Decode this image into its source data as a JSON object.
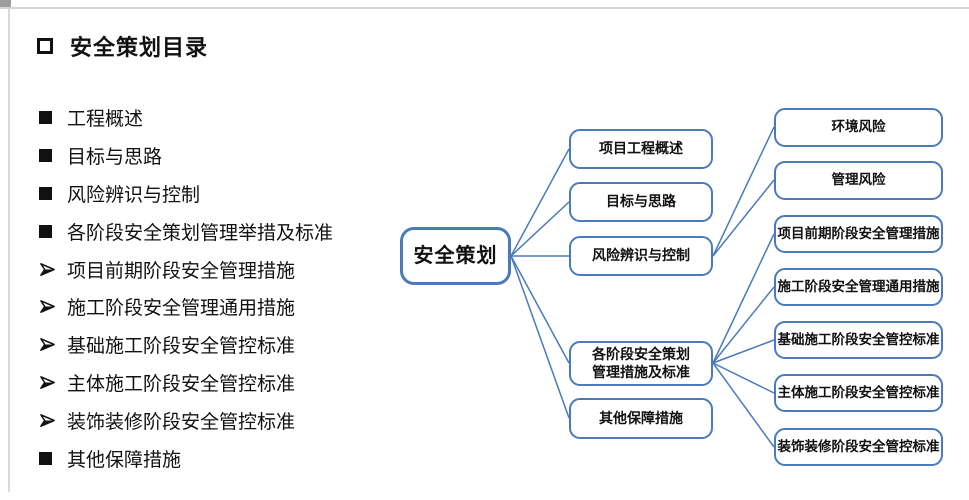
{
  "page": {
    "title": "安全策划目录"
  },
  "outline": {
    "items": [
      {
        "bullet": "square",
        "label": "工程概述"
      },
      {
        "bullet": "square",
        "label": "目标与思路"
      },
      {
        "bullet": "square",
        "label": "风险辨识与控制"
      },
      {
        "bullet": "square",
        "label": "各阶段安全策划管理举措及标准"
      },
      {
        "bullet": "arrow",
        "label": "项目前期阶段安全管理措施"
      },
      {
        "bullet": "arrow",
        "label": "施工阶段安全管理通用措施"
      },
      {
        "bullet": "arrow",
        "label": "基础施工阶段安全管控标准"
      },
      {
        "bullet": "arrow",
        "label": "主体施工阶段安全管控标准"
      },
      {
        "bullet": "arrow",
        "label": "装饰装修阶段安全管控标准"
      },
      {
        "bullet": "square",
        "label": "其他保障措施"
      }
    ]
  },
  "mindmap": {
    "root": {
      "label": "安全策划"
    },
    "level1": [
      {
        "label": "项目工程概述"
      },
      {
        "label": "目标与思路"
      },
      {
        "label": "风险辨识与控制"
      },
      {
        "label": "各阶段安全策划\n管理措施及标准"
      },
      {
        "label": "其他保障措施"
      }
    ],
    "level2": [
      {
        "label": "环境风险"
      },
      {
        "label": "管理风险"
      },
      {
        "label": "项目前期阶段安全管理措施"
      },
      {
        "label": "施工阶段安全管理通用措施"
      },
      {
        "label": "基础施工阶段安全管控标准"
      },
      {
        "label": "主体施工阶段安全管控标准"
      },
      {
        "label": "装饰装修阶段安全管控标准"
      }
    ],
    "connections": [
      {
        "from": "安全策划",
        "to": [
          "项目工程概述",
          "目标与思路",
          "风险辨识与控制",
          "各阶段安全策划管理措施及标准",
          "其他保障措施"
        ]
      },
      {
        "from": "风险辨识与控制",
        "to": [
          "环境风险",
          "管理风险"
        ]
      },
      {
        "from": "各阶段安全策划管理措施及标准",
        "to": [
          "项目前期阶段安全管理措施",
          "施工阶段安全管理通用措施",
          "基础施工阶段安全管控标准",
          "主体施工阶段安全管控标准",
          "装饰装修阶段安全管控标准"
        ]
      }
    ]
  },
  "colors": {
    "node_border": "#4a7ab8",
    "connector": "#4a7ab8",
    "text": "#111111",
    "scan_line": "#d9d9d9"
  }
}
